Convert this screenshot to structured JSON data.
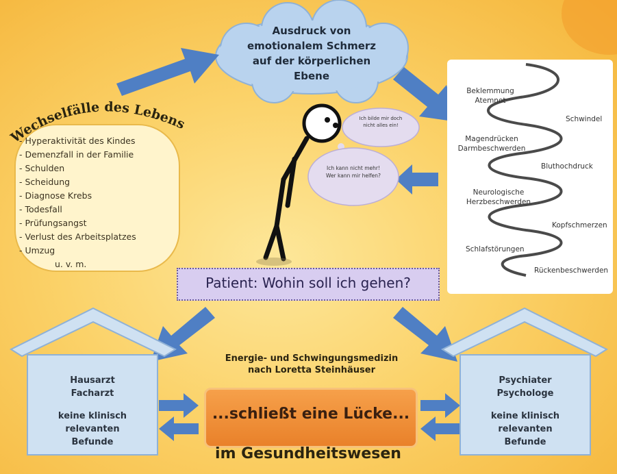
{
  "cloud": {
    "text": "Ausdruck von emotionalem Schmerz auf der körperlichen Ebene",
    "lines": [
      "Ausdruck von",
      "emotionalem Schmerz",
      "auf der körperlichen",
      "Ebene"
    ]
  },
  "life_events": {
    "title": "Wechselfälle des Lebens",
    "items": [
      "- Hyperaktivität des Kindes",
      "- Demenzfall in der Familie",
      "- Schulden",
      "- Scheidung",
      "- Diagnose Krebs",
      "- Todesfall",
      "- Prüfungsangst",
      "- Verlust des Arbeitsplatzes",
      "- Umzug"
    ],
    "extra": "u. v. m."
  },
  "thought_bubbles": {
    "small": [
      "Ich bilde mir doch",
      "nicht alles ein!"
    ],
    "large": [
      "Ich kann nicht mehr!",
      "Wer kann mir helfen?"
    ]
  },
  "symptoms": {
    "s1": [
      "Beklemmung",
      "Atemnot"
    ],
    "s2": "Schwindel",
    "s3": [
      "Magendrücken",
      "Darmbeschwerden"
    ],
    "s4": "Bluthochdruck",
    "s5": [
      "Neurologische",
      "Herzbeschwerden"
    ],
    "s6": "Kopfschmerzen",
    "s7": "Schlafstörungen",
    "s8": "Rückenbeschwerden"
  },
  "patient": {
    "question": "Patient: Wohin soll ich gehen?"
  },
  "left_house": {
    "title": [
      "Hausarzt",
      "Facharzt"
    ],
    "finding": [
      "keine klinisch",
      "relevanten",
      "Befunde"
    ]
  },
  "right_house": {
    "title": [
      "Psychiater",
      "Psychologe"
    ],
    "finding": [
      "keine klinisch",
      "relevanten",
      "Befunde"
    ]
  },
  "energy": {
    "title": [
      "Energie- und Schwingungsmedizin",
      "nach Loretta Steinhäuser"
    ]
  },
  "center": {
    "text": "...schließt eine Lücke..."
  },
  "bottom": {
    "text": "im Gesundheitswesen"
  },
  "colors": {
    "arrow": "#4f7fc4",
    "cloud": "#b9d3ee",
    "patient_box": "#d8cdf0",
    "center_box": "#ee8a30",
    "house": "#cfe1f2"
  }
}
